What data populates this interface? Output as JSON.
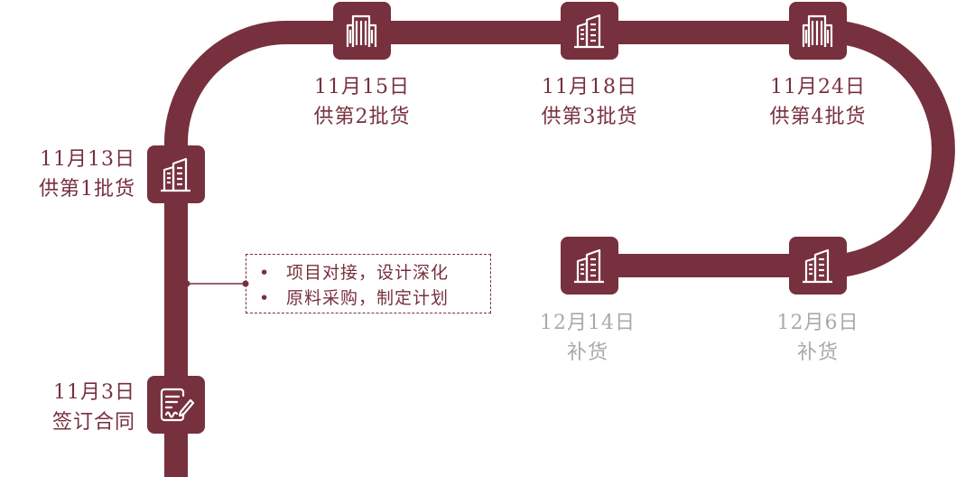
{
  "colors": {
    "track": "#77303d",
    "node": "#77303d",
    "completed_text": "#77303d",
    "pending_text": "#a9a9a9"
  },
  "milestones": [
    {
      "date": "11月3日",
      "desc": "签订合同",
      "icon": "contract-sign-icon"
    },
    {
      "date": "11月13日",
      "desc": "供第1批货",
      "icon": "building-icon"
    },
    {
      "date": "11月15日",
      "desc": "供第2批货",
      "icon": "city-building-icon"
    },
    {
      "date": "11月18日",
      "desc": "供第3批货",
      "icon": "building-icon"
    },
    {
      "date": "11月24日",
      "desc": "供第4批货",
      "icon": "city-building-icon"
    },
    {
      "date": "12月6日",
      "desc": "补货",
      "icon": "building-icon"
    },
    {
      "date": "12月14日",
      "desc": "补货",
      "icon": "building-icon"
    }
  ],
  "notes": {
    "bullet": "•",
    "items": [
      "项目对接，设计深化",
      "原料采购，制定计划"
    ]
  }
}
